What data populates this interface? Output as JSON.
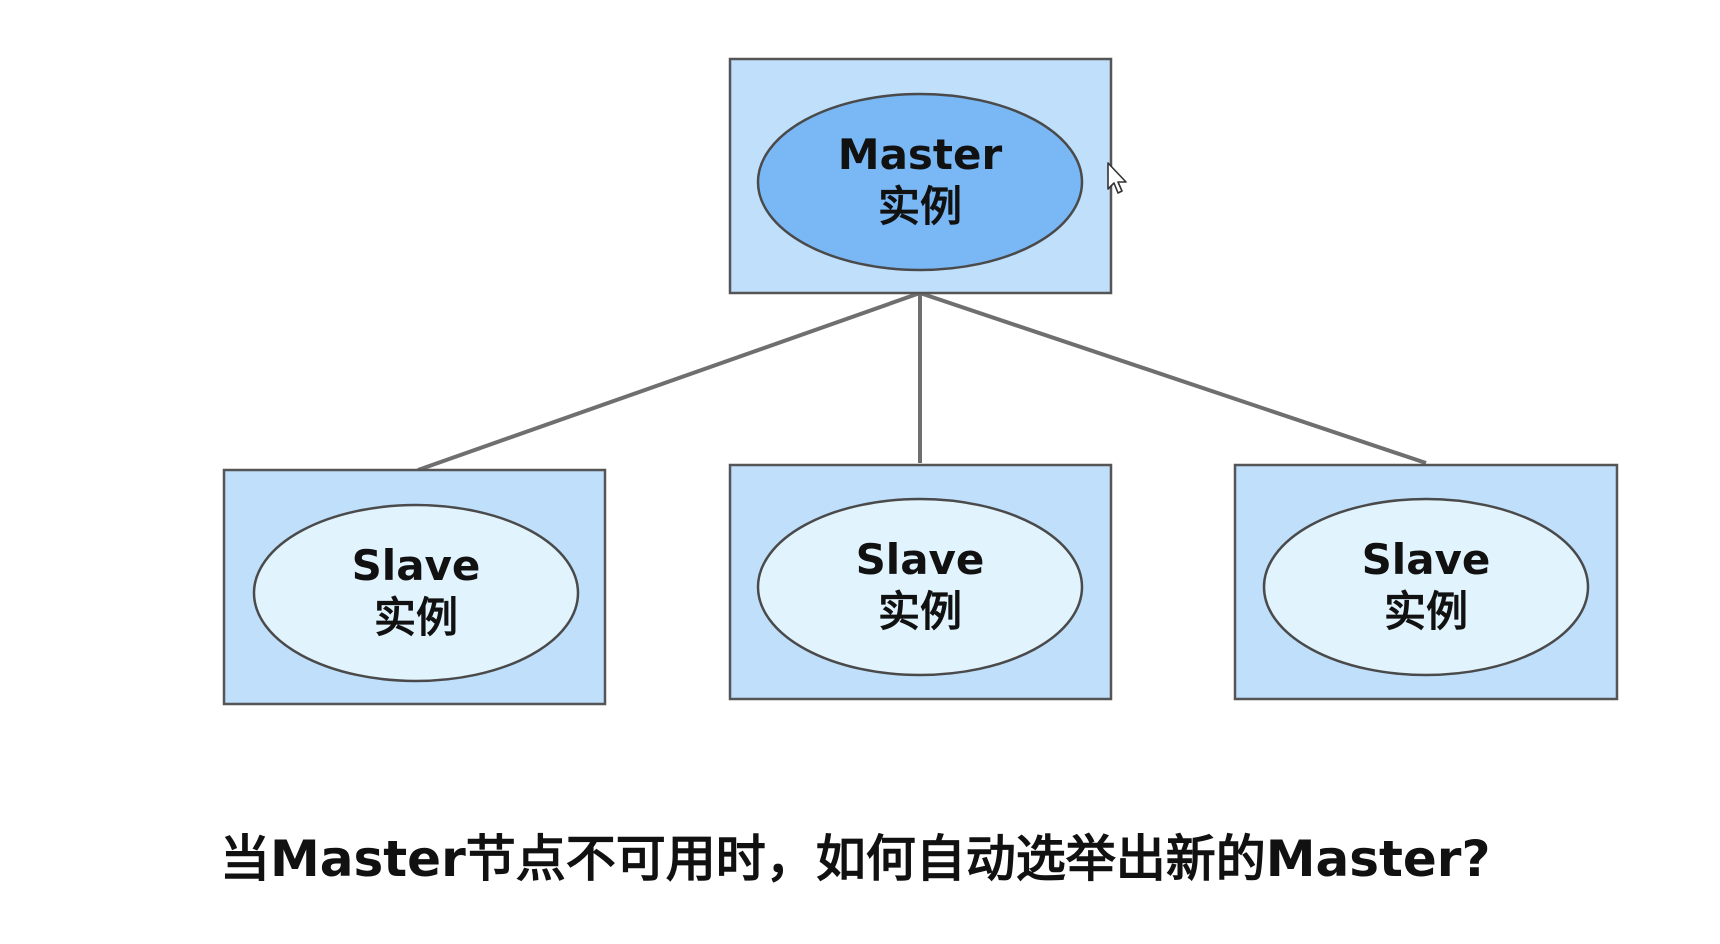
{
  "colors": {
    "box_fill": "#bfdffb",
    "box_stroke": "#555555",
    "master_ellipse_fill": "#79b8f5",
    "slave_ellipse_fill": "#e1f3fd",
    "connector": "#6f6f6f"
  },
  "master": {
    "line1": "Master",
    "line2": "实例"
  },
  "slaves": [
    {
      "line1": "Slave",
      "line2": "实例"
    },
    {
      "line1": "Slave",
      "line2": "实例"
    },
    {
      "line1": "Slave",
      "line2": "实例"
    }
  ],
  "caption": "当Master节点不可用时，如何自动选举出新的Master?",
  "cursor_icon": "mouse-pointer-icon"
}
